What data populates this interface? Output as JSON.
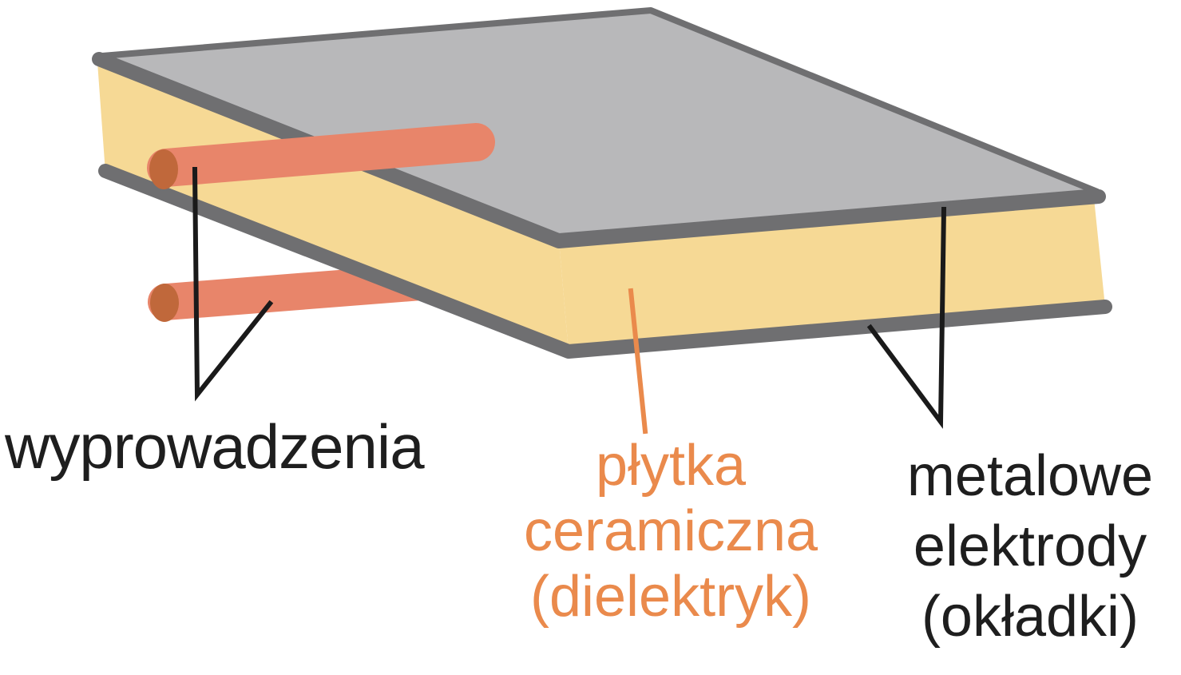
{
  "colors": {
    "metal_plate": "#b8b8ba",
    "metal_edge": "#6f6f71",
    "ceramic": "#f6d995",
    "lead": "#e8856a",
    "lead_end": "#c0683b",
    "label_dark": "#1e1e1e",
    "label_accent": "#ea8a4c",
    "leader_dark": "#1a1a1a"
  },
  "icons": {
    "capacitor": "ceramic-capacitor-diagram-icon"
  },
  "labels": {
    "leads": {
      "line1": "wyprowadzenia"
    },
    "dielectric": {
      "line1": "płytka",
      "line2": "ceramiczna",
      "line3": "(dielektryk)"
    },
    "electrodes": {
      "line1": "metalowe",
      "line2": "elektrody",
      "line3": "(okładki)"
    }
  }
}
